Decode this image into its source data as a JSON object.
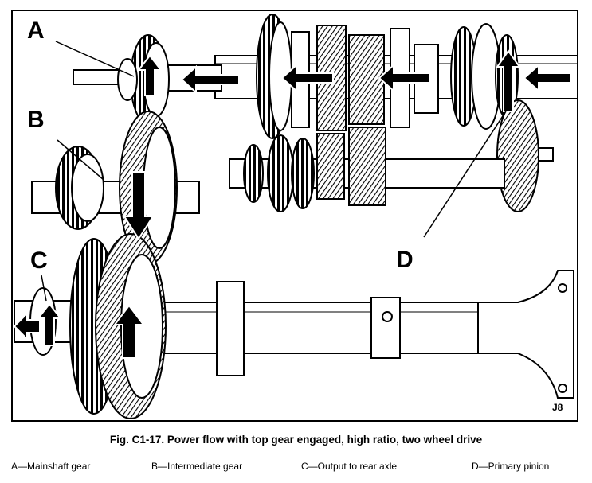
{
  "labels": {
    "a": "A",
    "b": "B",
    "c": "C",
    "d": "D"
  },
  "artist_mark": "J8",
  "caption": "Fig. C1-17.  Power flow with top gear engaged, high ratio, two wheel drive",
  "legend": [
    "A—Mainshaft gear",
    "B—Intermediate gear",
    "C—Output to rear axle",
    "D—Primary pinion"
  ]
}
